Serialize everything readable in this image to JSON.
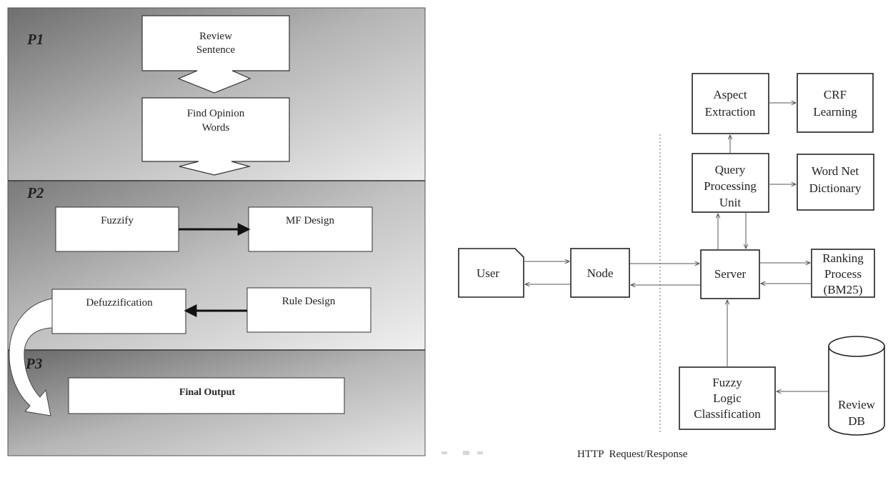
{
  "left_panel": {
    "p1_label": "P1",
    "p2_label": "P2",
    "p3_label": "P3",
    "review_sentence": [
      "Review",
      "Sentence"
    ],
    "find_opinion": [
      "Find Opinion",
      "Words"
    ],
    "fuzzify": "Fuzzify",
    "mf_design": "MF Design",
    "defuzzification": "Defuzzification",
    "rule_design": "Rule Design",
    "final_output": "Final Output"
  },
  "right_panel": {
    "aspect": [
      "Aspect",
      "Extraction"
    ],
    "crf": [
      "CRF",
      "Learning"
    ],
    "query": [
      "Query",
      "Processing",
      "Unit"
    ],
    "wordnet": [
      "Word Net",
      "Dictionary"
    ],
    "user": "User",
    "node": "Node",
    "server": "Server",
    "ranking": [
      "Ranking",
      "Process",
      "(BM25)"
    ],
    "fuzzy": [
      "Fuzzy",
      "Logic",
      "Classification"
    ],
    "review_db": [
      "Review",
      "DB"
    ],
    "http_caption": "HTTP  Request/Response"
  }
}
